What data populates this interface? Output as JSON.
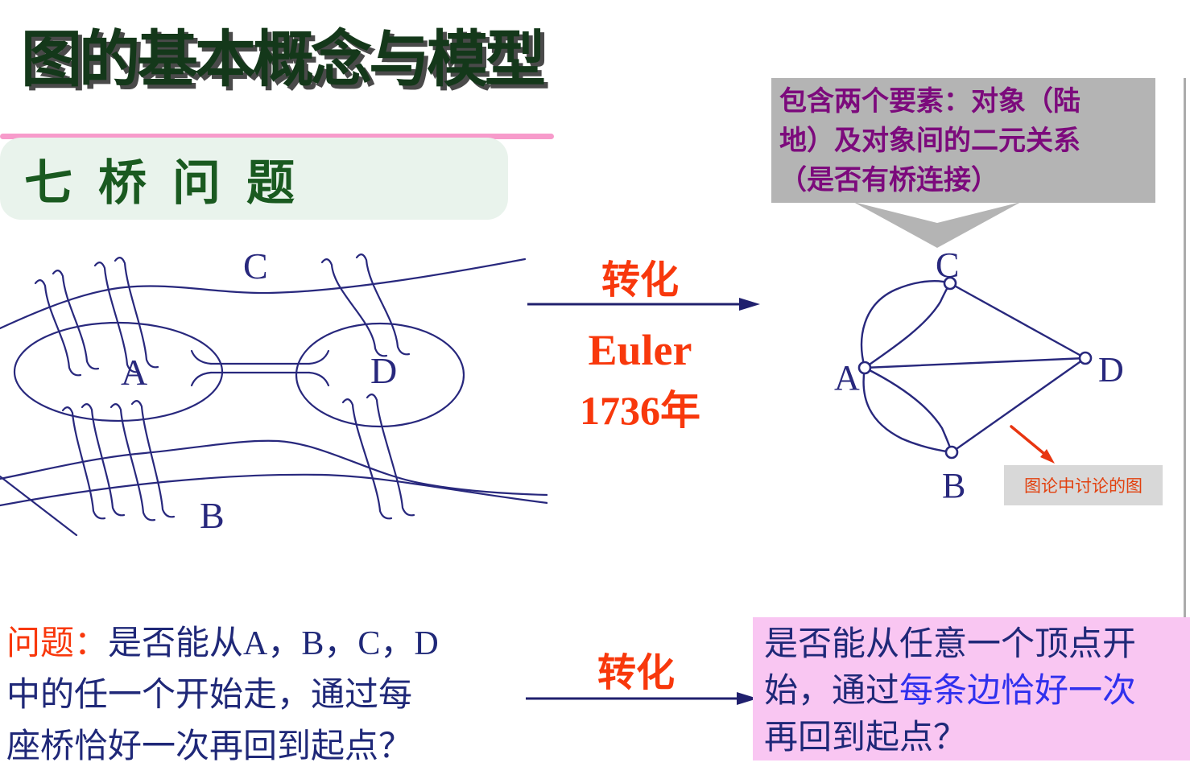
{
  "title": "图的基本概念与模型",
  "heading": {
    "text": "七桥问题"
  },
  "callout": {
    "lines": [
      "包含两个要素：对象（陆",
      "地）及对象间的二元关系",
      "（是否有桥连接）"
    ]
  },
  "transform_top": {
    "label": "转化",
    "author": "Euler",
    "year": "1736年"
  },
  "transform_bottom": {
    "label": "转化"
  },
  "map": {
    "vertex_a": "A",
    "vertex_b": "B",
    "vertex_c": "C",
    "vertex_d": "D"
  },
  "graph": {
    "vertex_a": "A",
    "vertex_b": "B",
    "vertex_c": "C",
    "vertex_d": "D",
    "annotation": "图论中讨论的图"
  },
  "question": {
    "label": "问题：",
    "line1": "是否能从A，B，C，D",
    "line2": "中的任一个开始走，通过每",
    "line3": "座桥恰好一次再回到起点？"
  },
  "answer": {
    "line1": "是否能从任意一个顶点开",
    "line2_pre": "始，通过",
    "line2_highlight": "每条边恰好一次",
    "line3": "再回到起点？"
  },
  "colors": {
    "navy": "#28287d",
    "accent_red": "#f8380c",
    "highlight_blue": "#3030ee",
    "purple": "#7c0a7c",
    "pink_box": "#f9c6f2",
    "pink_line": "#f79bcb",
    "green_box": "#e9f3ec",
    "title_green": "#14381a",
    "heading_green": "#1a5a20",
    "callout_gray": "#b4b4b4",
    "note_gray": "#d8d8d8"
  }
}
